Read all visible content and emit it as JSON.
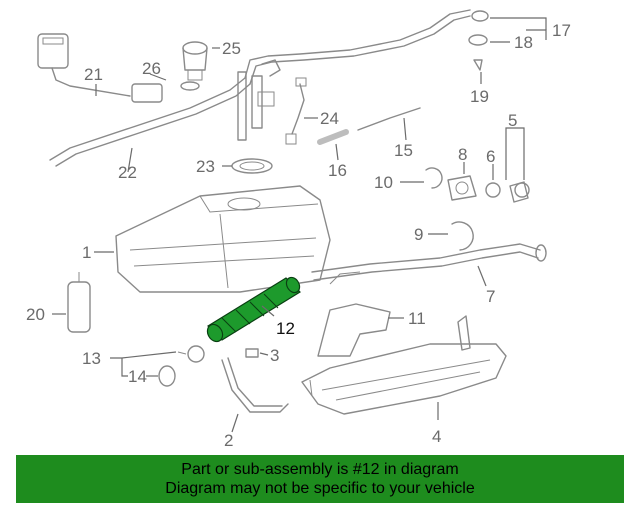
{
  "callouts": {
    "c1": "1",
    "c2": "2",
    "c3": "3",
    "c4": "4",
    "c5": "5",
    "c6": "6",
    "c7": "7",
    "c8": "8",
    "c9": "9",
    "c10": "10",
    "c11": "11",
    "c12": "12",
    "c13": "13",
    "c14": "14",
    "c15": "15",
    "c16": "16",
    "c17": "17",
    "c18": "18",
    "c19": "19",
    "c20": "20",
    "c21": "21",
    "c22": "22",
    "c23": "23",
    "c24": "24",
    "c25": "25",
    "c26": "26"
  },
  "highlighted_part": "12",
  "colors": {
    "banner_bg": "#1e8c1e",
    "highlight": "#1d9a2c",
    "line": "#8a8a8a"
  },
  "banner": {
    "line1": "Part or sub-assembly is #12 in diagram",
    "line2": "Diagram may not be specific to your vehicle"
  }
}
